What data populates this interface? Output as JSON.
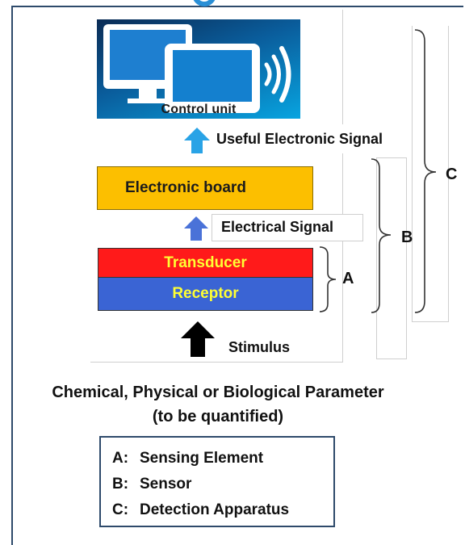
{
  "diagram": {
    "control_unit_label": "Control unit",
    "useful_signal_label": "Useful Electronic Signal",
    "electronic_board_label": "Electronic board",
    "electrical_signal_label": "Electrical Signal",
    "transducer_label": "Transducer",
    "receptor_label": "Receptor",
    "stimulus_label": "Stimulus",
    "brace_a": "A",
    "brace_b": "B",
    "brace_c": "C",
    "parameter_line1": "Chemical, Physical or Biological Parameter",
    "parameter_line2": "(to be quantified)"
  },
  "legend": {
    "items": [
      {
        "key": "A:",
        "text": "Sensing Element"
      },
      {
        "key": "B:",
        "text": "Sensor"
      },
      {
        "key": "C:",
        "text": "Detection Apparatus"
      }
    ]
  },
  "colors": {
    "board": "#fcbf00",
    "transducer": "#ff1a1a",
    "receptor": "#3a64d4",
    "box_text": "#ffff33",
    "arrow_light": "#29a3e6",
    "arrow_mid": "#4a72d8",
    "arrow_dark": "#000000",
    "frame": "#2e4a6b"
  },
  "icons": [
    "monitor-icon",
    "wireless-signal-icon",
    "arrow-up-icon"
  ]
}
